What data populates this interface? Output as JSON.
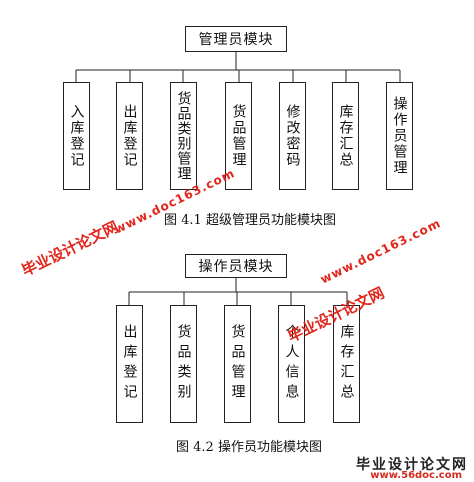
{
  "diagram1": {
    "root": "管理员模块",
    "children": [
      "入库登记",
      "出库登记",
      "货品类别管理",
      "货品管理",
      "修改密码",
      "库存汇总",
      "操作员管理"
    ],
    "caption": "图 4.1  超级管理员功能模块图"
  },
  "diagram2": {
    "root": "操作员模块",
    "children": [
      "出库登记",
      "货品类别",
      "货品管理",
      "个人信息",
      "库存汇总"
    ],
    "caption": "图 4.2  操作员功能模块图"
  },
  "watermarks": {
    "site_name": "毕业设计论文网",
    "url": "www.doc163.com",
    "logo_url": "www.56doc.com"
  },
  "colors": {
    "watermark": "#e0251b",
    "line": "#222222"
  }
}
